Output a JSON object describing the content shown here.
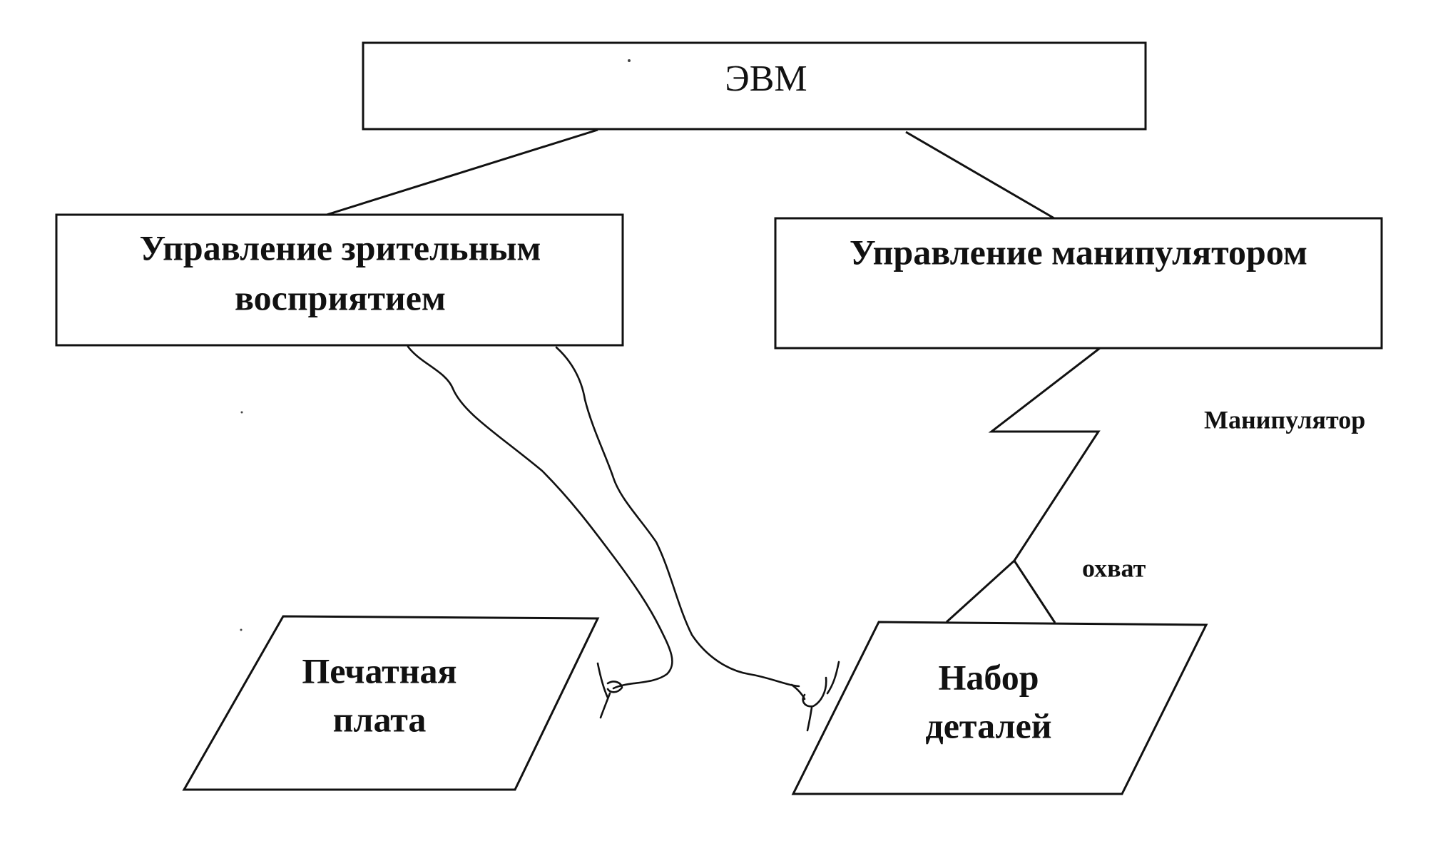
{
  "diagram": {
    "nodes": {
      "computer": {
        "label": "ЭВМ"
      },
      "vision_control": {
        "lines": [
          "Управление зрительным",
          "восприятием"
        ]
      },
      "manipulator_control": {
        "label": "Управление манипулятором"
      },
      "circuit_board": {
        "lines": [
          "Печатная",
          "плата"
        ]
      },
      "parts_set": {
        "lines": [
          "Набор",
          "деталей"
        ]
      }
    },
    "annotations": {
      "manipulator": "Манипулятор",
      "grip": "охват"
    },
    "colors": {
      "ink": "#111111",
      "background": "#ffffff"
    }
  }
}
